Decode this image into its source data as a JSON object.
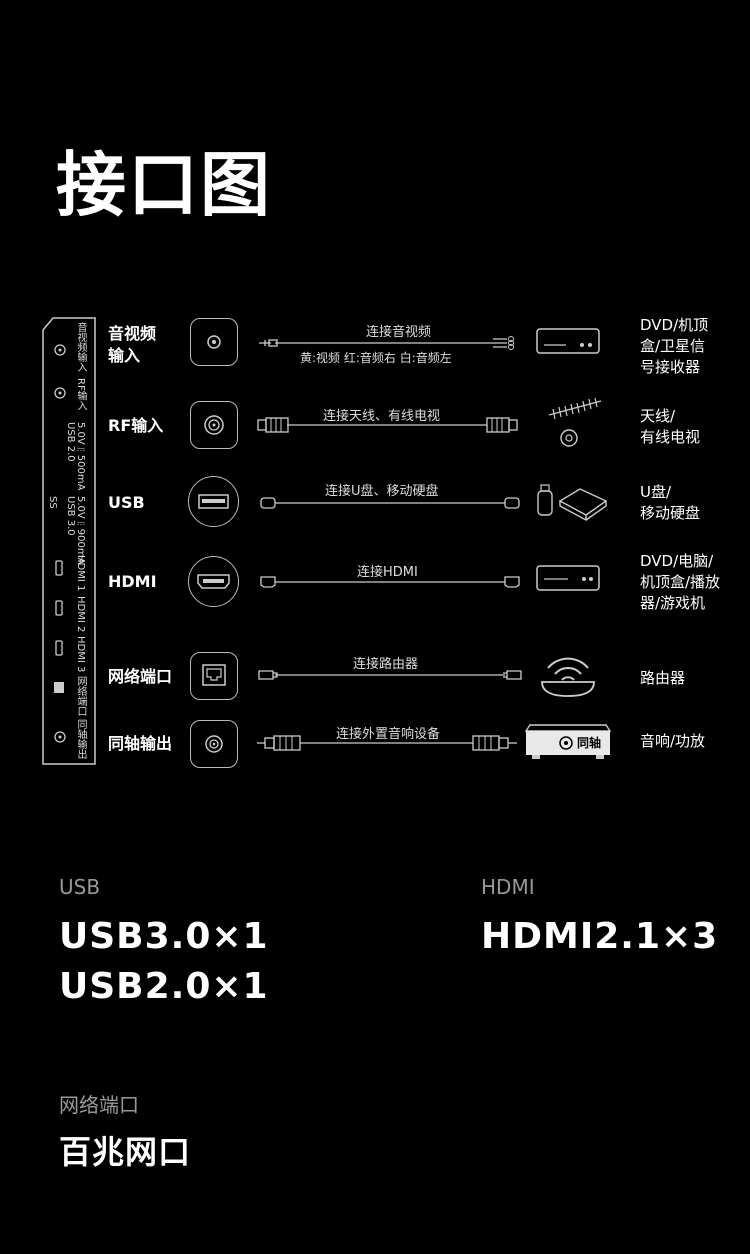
{
  "title": "接口图",
  "panel": {
    "labels": [
      "音视频输入",
      "RF输入",
      "USB 2.0",
      "5.0V⎓500mA",
      "SS",
      "USB 3.0",
      "5.0V⎓900mA",
      "HDMI 1",
      "HDMI 2",
      "HDMI 3",
      "网络端口",
      "同轴输出"
    ]
  },
  "rows": [
    {
      "label": "音视频\n输入",
      "cable": "连接音视频",
      "sub": "黄:视频  红:音频右  白:音频左",
      "device": "DVD/机顶\n盒/卫星信\n号接收器"
    },
    {
      "label": "RF输入",
      "cable": "连接天线、有线电视",
      "device": "天线/\n有线电视"
    },
    {
      "label": "USB",
      "cable": "连接U盘、移动硬盘",
      "device": "U盘/\n移动硬盘"
    },
    {
      "label": "HDMI",
      "cable": "连接HDMI",
      "device": "DVD/电脑/\n机顶盒/播放\n器/游戏机"
    },
    {
      "label": "网络端口",
      "cable": "连接路由器",
      "device": "路由器"
    },
    {
      "label": "同轴输出",
      "cable": "连接外置音响设备",
      "device": "音响/功放",
      "device_badge": "同轴"
    }
  ],
  "specs": {
    "usb": {
      "category": "USB",
      "values": [
        "USB3.0×1",
        "USB2.0×1"
      ]
    },
    "hdmi": {
      "category": "HDMI",
      "values": [
        "HDMI2.1×3"
      ]
    },
    "network": {
      "category": "网络端口",
      "values": [
        "百兆网口"
      ]
    }
  },
  "colors": {
    "background": "#000000",
    "text": "#ffffff",
    "muted": "#999999",
    "line": "#bbbbbb"
  }
}
